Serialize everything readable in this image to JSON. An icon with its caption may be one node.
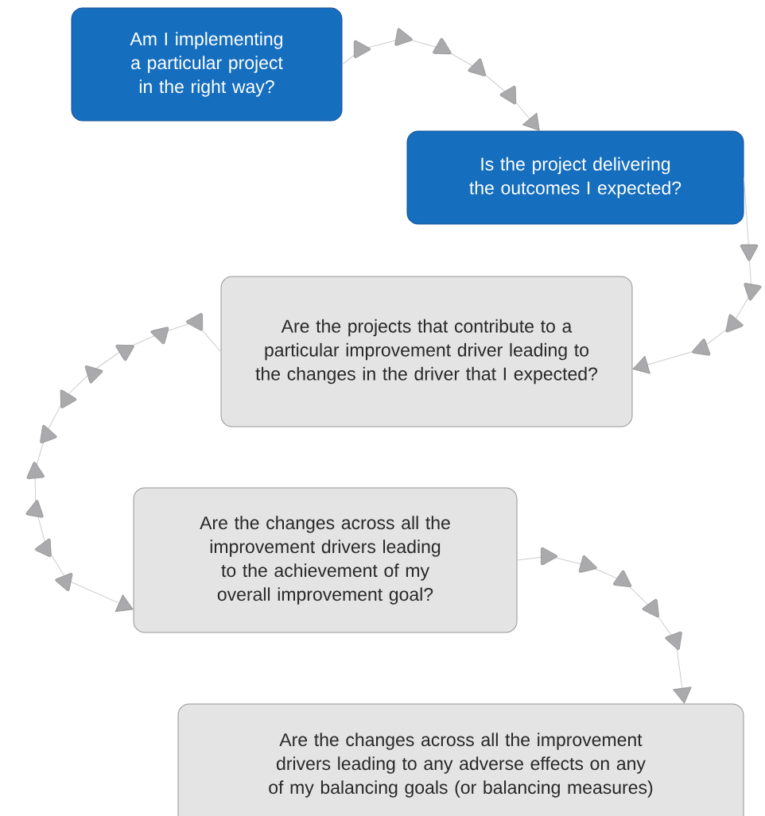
{
  "diagram": {
    "nodes": [
      {
        "text": [
          "Am I implementing a particular project in the right way?"
        ]
      },
      {
        "text": [
          "Is the project delivering the outcomes I expected?"
        ]
      },
      {
        "text": [
          "Are the projects that contribute to a particular improvement driver leading to the changes in the driver that I expected?"
        ]
      },
      {
        "text": [
          "Are the changes across all the improvement drivers leading to the achievement of my overall improvement goal?"
        ]
      },
      {
        "text": [
          "Are the changes across all the improvement drivers leading to any adverse effects on any of my balancing goals (or balancing measures)"
        ]
      }
    ],
    "edges": [
      {
        "from": 0,
        "to": 1,
        "arrow": "to"
      },
      {
        "from": 1,
        "to": 2,
        "arrow": "to"
      },
      {
        "from": 2,
        "to": 3,
        "arrow": "to"
      },
      {
        "from": 3,
        "to": 4,
        "arrow": "to"
      }
    ]
  }
}
